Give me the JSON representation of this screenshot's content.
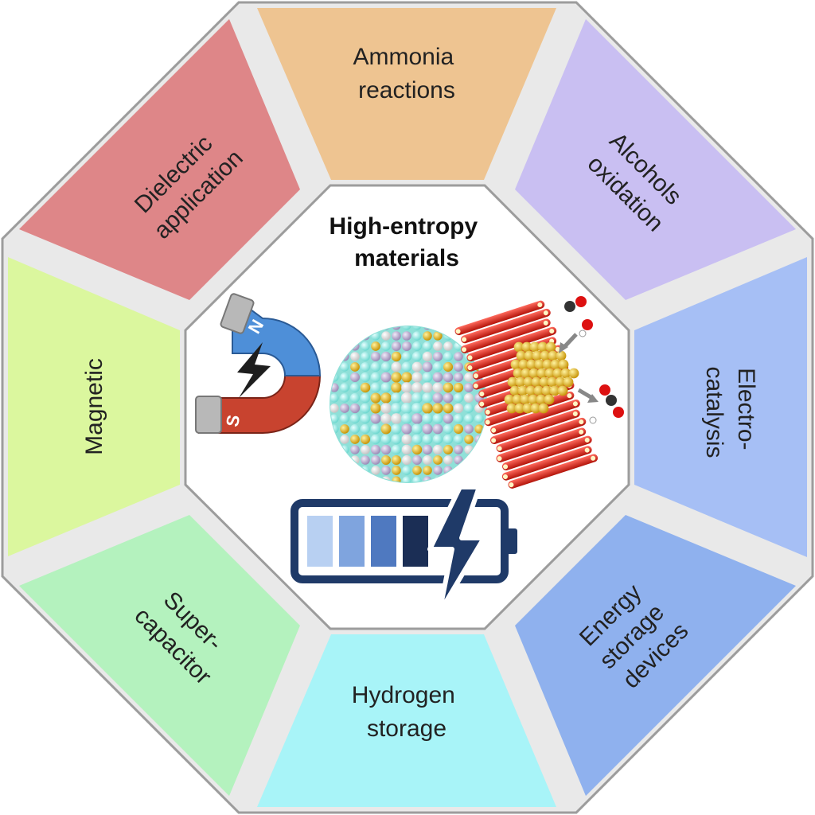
{
  "center": {
    "title_line1": "High-entropy",
    "title_line2": "materials",
    "magnet_north_letter": "N",
    "magnet_south_letter": "S",
    "icons": [
      "magnet-icon",
      "nanoparticle-icon",
      "nanotube-catalyst-icon",
      "battery-icon"
    ]
  },
  "colors": {
    "ammonia": "#EEC491",
    "alcohols": "#C9BFF2",
    "electrocatalysis": "#A6BFF5",
    "energy_storage": "#8FB1EE",
    "hydrogen": "#A8F4F8",
    "supercapacitor": "#B4F2BE",
    "magnetic": "#DBF79E",
    "dielectric": "#DE8688",
    "separator": "#E9E9E9",
    "outline": "#9C9C9C"
  },
  "segments": {
    "ammonia": {
      "line1": "Ammonia",
      "line2": "reactions"
    },
    "alcohols": {
      "line1": "Alcohols",
      "line2": "oxidation"
    },
    "electrocatalysis": {
      "line1": "Electro-",
      "line2": "catalysis"
    },
    "energy_storage": {
      "line1": "Energy",
      "line2": "storage",
      "line3": "devices"
    },
    "hydrogen": {
      "line1": "Hydrogen",
      "line2": "storage"
    },
    "supercapacitor": {
      "line1": "Super-",
      "line2": "capacitor"
    },
    "magnetic": {
      "line1": "Magnetic"
    },
    "dielectric": {
      "line1": "Dielectric",
      "line2": "application"
    }
  }
}
